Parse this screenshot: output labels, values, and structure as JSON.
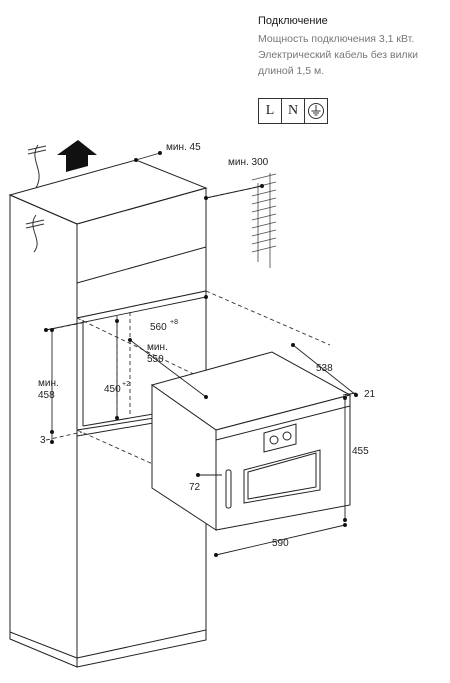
{
  "connection": {
    "title": "Подключение",
    "lines": [
      "Мощность подключения 3,1 кВт.",
      "Электрический кабель без вилки",
      "длиной 1,5 м."
    ],
    "terminals": [
      "L",
      "N"
    ],
    "ground_icon": "ground-icon"
  },
  "dimensions": {
    "min45": "мин. 45",
    "min300": "мин. 300",
    "d560": "560",
    "d560_tol": "+8",
    "min550_a": "мин.",
    "min550_b": "550",
    "d450": "450",
    "d450_tol": "+2",
    "min458_a": "мин.",
    "min458_b": "458",
    "d3": "3",
    "d538": "538",
    "d21": "21",
    "d455": "455",
    "d72": "72",
    "d590": "590"
  },
  "colors": {
    "line": "#222222",
    "dashed": "#333333",
    "hatch": "#444444"
  }
}
